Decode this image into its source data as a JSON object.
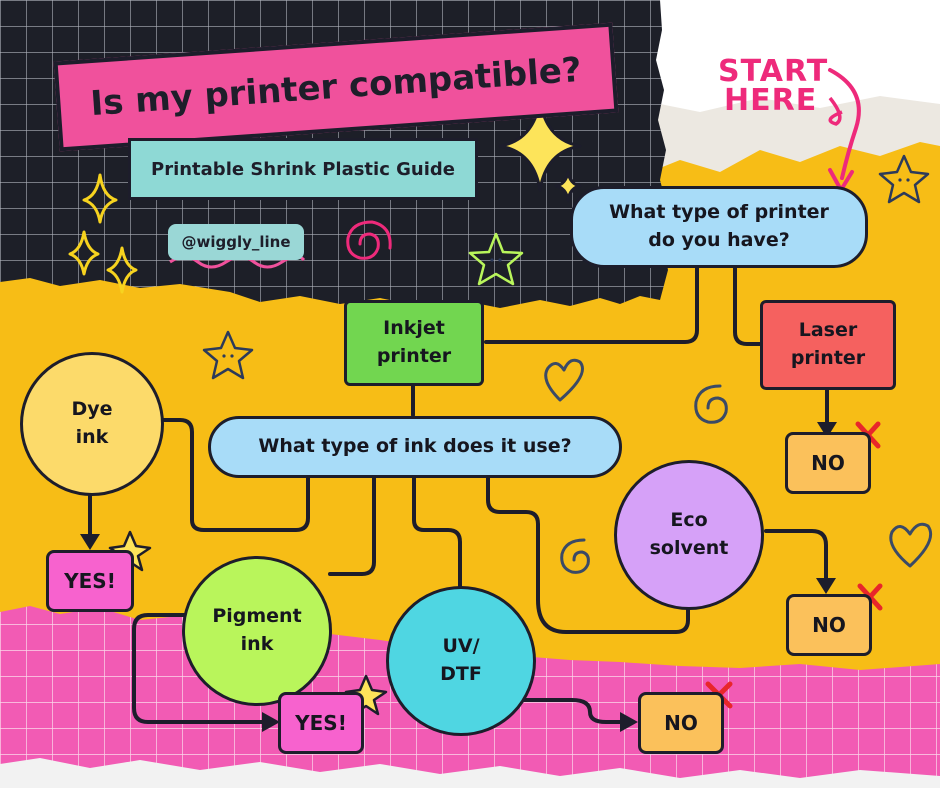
{
  "title": "Is my printer compatible?",
  "subtitle": "Printable Shrink Plastic Guide",
  "handle": "@wiggly_line",
  "start": {
    "line1": "START",
    "line2": "HERE"
  },
  "nodes": {
    "q_printer": "What type of printer\ndo you have?",
    "inkjet": "Inkjet\nprinter",
    "laser": "Laser\nprinter",
    "no_laser": "NO",
    "q_ink": "What type of ink does it use?",
    "dye": "Dye\nink",
    "yes_dye": "YES!",
    "pigment": "Pigment\nink",
    "yes_pigment": "YES!",
    "uv": "UV/\nDTF",
    "no_uv": "NO",
    "eco": "Eco\nsolvent",
    "no_eco": "NO"
  },
  "colors": {
    "title_bg": "#f0519c",
    "subtitle_bg": "#8ed9d5",
    "handle_bg": "#9ad7d6",
    "question_bg": "#a8dcf8",
    "inkjet_bg": "#72d650",
    "laser_bg": "#f5615f",
    "no_bg": "#fbc15b",
    "yes_bg": "#f762ce",
    "dye_bg": "#fcda6a",
    "pigment_bg": "#b9f55b",
    "uv_bg": "#4fd6e2",
    "eco_bg": "#d6a1f8",
    "yellow_area": "#f7bd16",
    "dark_area": "#1d1f28",
    "pink_area": "#f25bb4",
    "cross": "#e8262a",
    "start_text": "#ee2a7b"
  },
  "icons": [
    "sparkle-icon",
    "star-face-icon",
    "spiral-icon",
    "heart-icon",
    "cross-icon"
  ]
}
